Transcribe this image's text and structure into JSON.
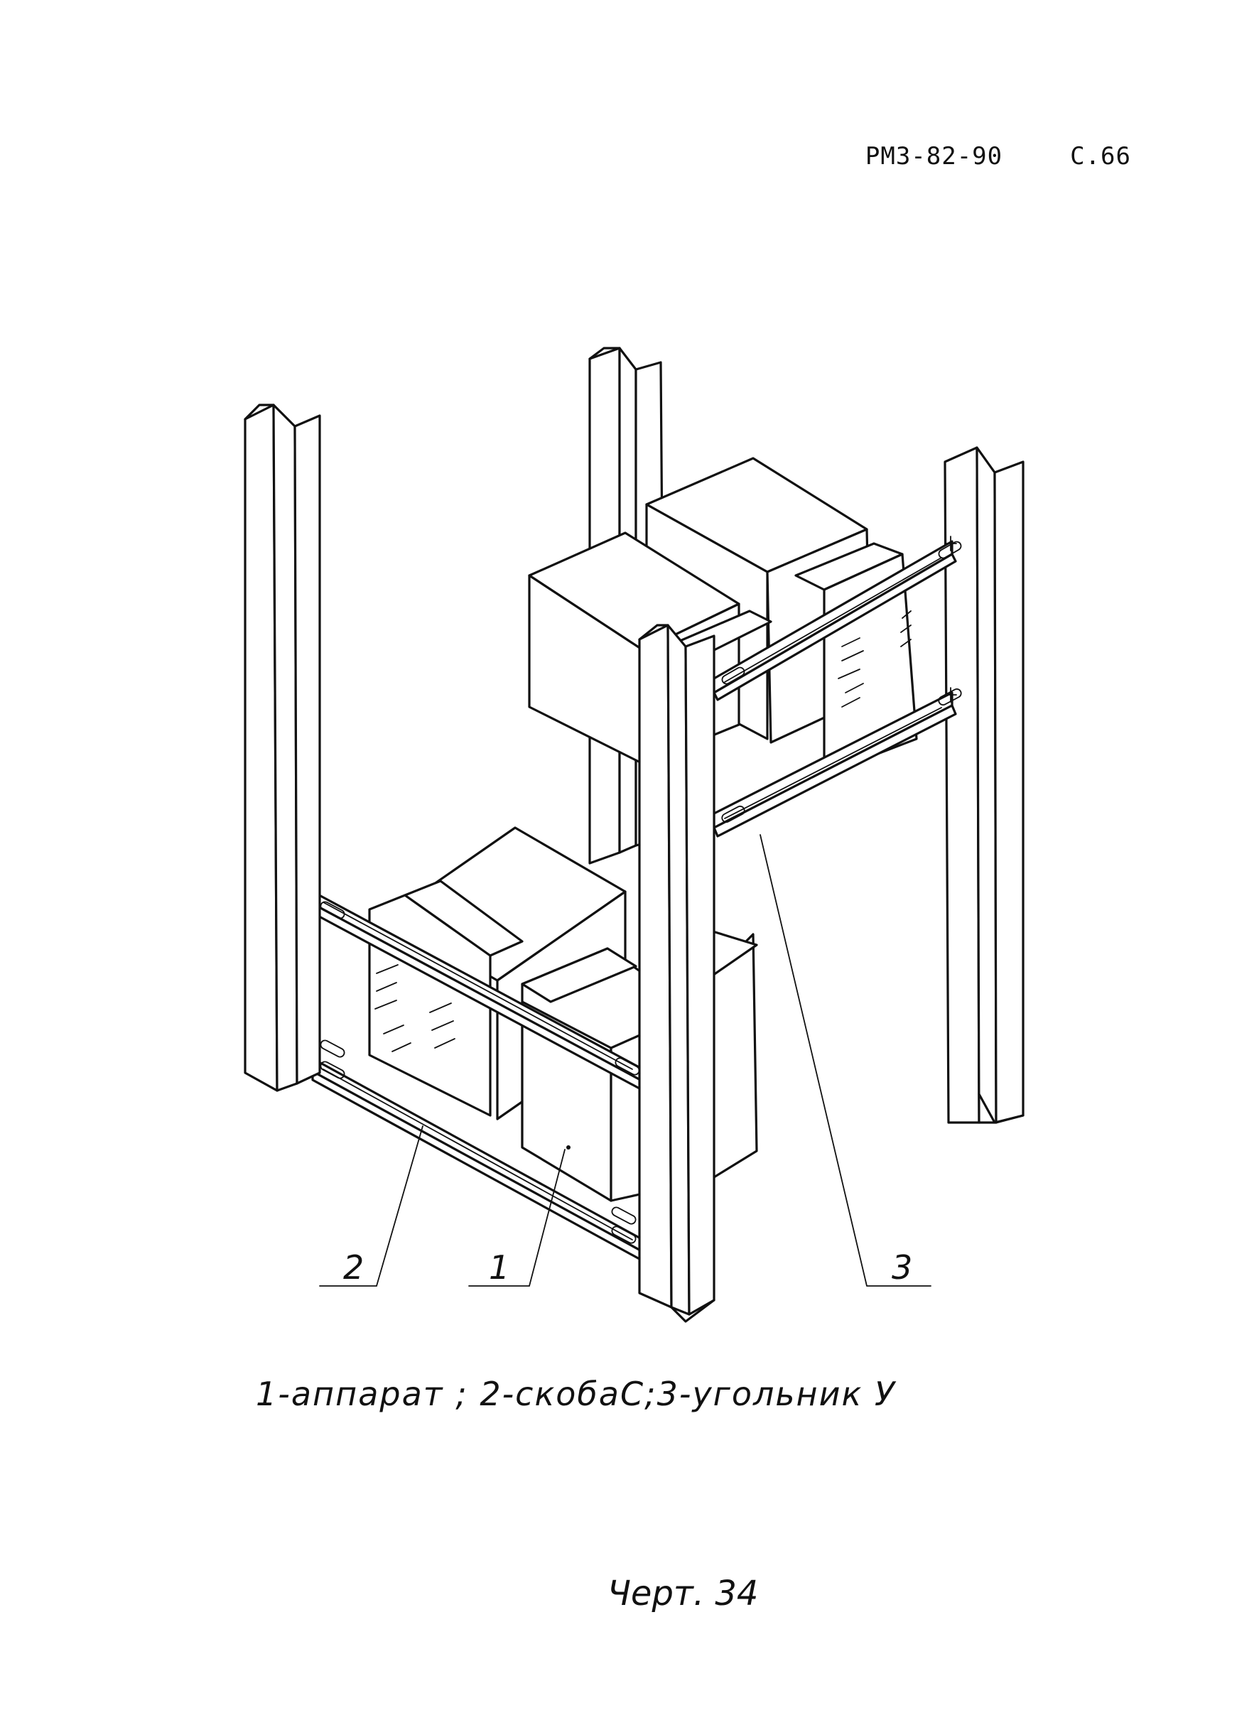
{
  "header": {
    "doc_code": "РМЗ-82-90",
    "page": "С.66"
  },
  "drawing": {
    "callouts": [
      "2",
      "1",
      "3"
    ]
  },
  "caption": "1-аппарат ;  2-скобаС;3-угольник У",
  "figure_number": "Черт. 34"
}
